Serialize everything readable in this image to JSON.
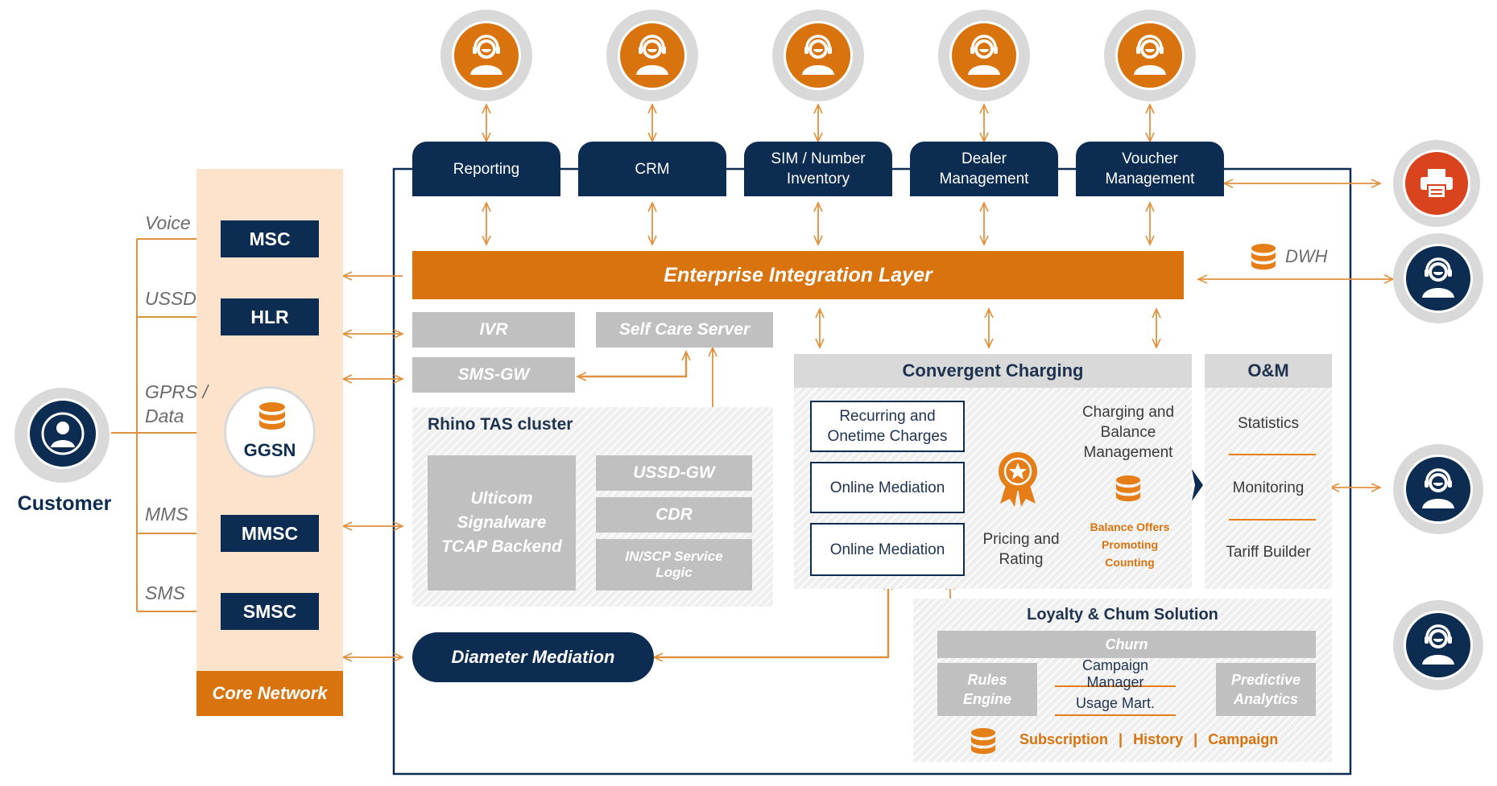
{
  "customer": {
    "label": "Customer"
  },
  "core_network": {
    "title": "Core Network",
    "elements": [
      {
        "label": "Voice",
        "node": "MSC"
      },
      {
        "label": "USSD",
        "node": "HLR"
      },
      {
        "label": "GPRS / Data",
        "node": "GGSN"
      },
      {
        "label": "MMS",
        "node": "MMSC"
      },
      {
        "label": "SMS",
        "node": "SMSC"
      }
    ]
  },
  "top_modules": {
    "reporting": "Reporting",
    "crm": "CRM",
    "sim": [
      "SIM / Number",
      "Inventory"
    ],
    "dealer": [
      "Dealer",
      "Management"
    ],
    "voucher": [
      "Voucher",
      "Management"
    ]
  },
  "integration_layer": "Enterprise Integration Layer",
  "dwh": "DWH",
  "services": {
    "ivr": "IVR",
    "self_care": "Self Care Server",
    "sms_gw": "SMS-GW",
    "diameter": "Diameter Mediation"
  },
  "rhino": {
    "title": "Rhino TAS cluster",
    "ulticom": [
      "Ulticom",
      "Signalware",
      "TCAP Backend"
    ],
    "ussd_gw": "USSD-GW",
    "cdr": "CDR",
    "in_scp": [
      "IN/SCP Service",
      "Logic"
    ]
  },
  "charging": {
    "title": "Convergent Charging",
    "recurring": [
      "Recurring and",
      "Onetime Charges"
    ],
    "online_1": "Online Mediation",
    "online_2": "Online Mediation",
    "pricing": [
      "Pricing and",
      "Rating"
    ],
    "balance_mgmt": [
      "Charging and",
      "Balance",
      "Management"
    ],
    "balance_offers": [
      "Balance Offers",
      "Promoting",
      "Counting"
    ]
  },
  "om": {
    "title": "O&M",
    "statistics": "Statistics",
    "monitoring": "Monitoring",
    "tariff": "Tariff Builder"
  },
  "loyalty": {
    "title": "Loyalty & Chum Solution",
    "churn": "Churn",
    "rules": [
      "Rules",
      "Engine"
    ],
    "campaign_manager": "Campaign Manager",
    "usage_mart": "Usage Mart.",
    "predictive": [
      "Predictive",
      "Analytics"
    ],
    "subscription": "Subscription",
    "history": "History",
    "campaign": "Campaign",
    "separator": "|"
  },
  "colors": {
    "navy": "#0d2c52",
    "orange": "#d9730d",
    "peach": "#fde3cc",
    "gray_box": "#c0c0c0",
    "red": "#d9431d"
  }
}
